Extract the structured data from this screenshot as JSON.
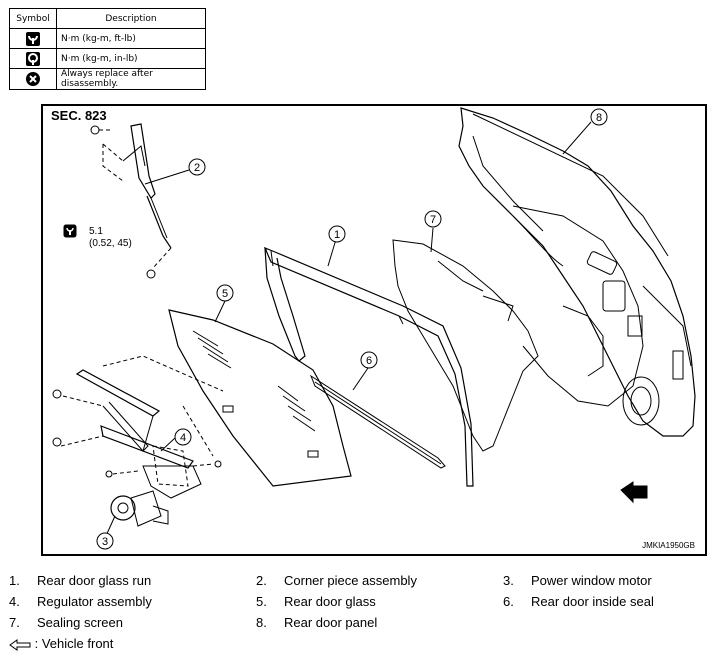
{
  "legend": {
    "header_symbol": "Symbol",
    "header_description": "Description",
    "rows": [
      {
        "icon": "torque-wrench-icon",
        "text": "N·m (kg-m, ft-lb)"
      },
      {
        "icon": "torque-wrench-inlb-icon",
        "text": "N·m (kg-m, in-lb)"
      },
      {
        "icon": "replace-icon",
        "text": "Always replace after disassembly."
      }
    ]
  },
  "diagram": {
    "section": "SEC. 823",
    "code": "JMKIA1950GB",
    "torque_value": "5.1",
    "torque_sub": "(0.52, 45)",
    "callouts": [
      "1",
      "2",
      "3",
      "4",
      "5",
      "6",
      "7",
      "8"
    ]
  },
  "parts": [
    {
      "num": "1.",
      "label": "Rear door glass run"
    },
    {
      "num": "2.",
      "label": "Corner piece assembly"
    },
    {
      "num": "3.",
      "label": "Power window motor"
    },
    {
      "num": "4.",
      "label": "Regulator assembly"
    },
    {
      "num": "5.",
      "label": "Rear door glass"
    },
    {
      "num": "6.",
      "label": "Rear door inside seal"
    },
    {
      "num": "7.",
      "label": "Sealing screen"
    },
    {
      "num": "8.",
      "label": "Rear door panel"
    }
  ],
  "vehicle_front": ": Vehicle front"
}
